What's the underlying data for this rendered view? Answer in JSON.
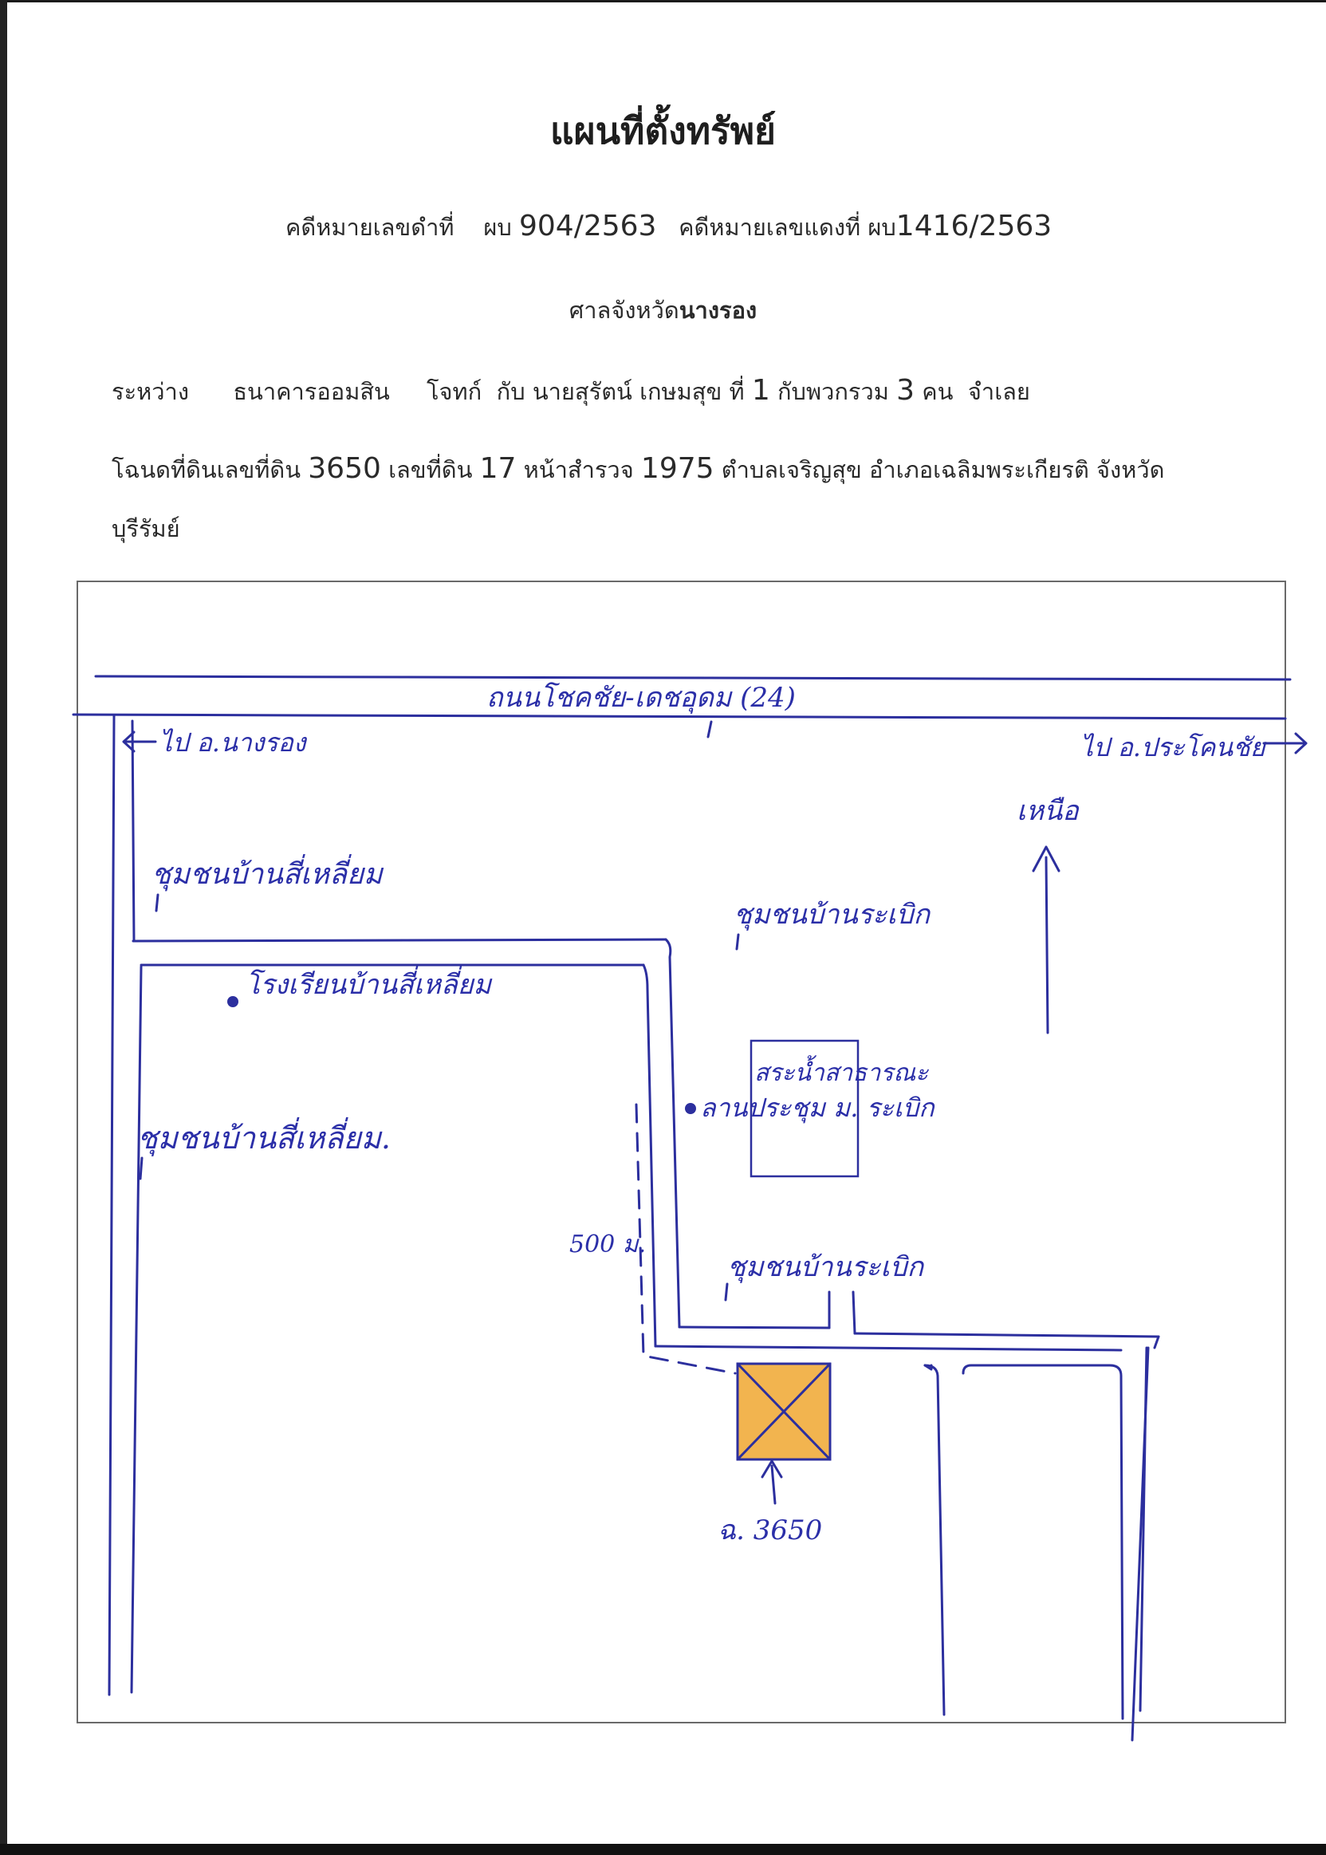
{
  "title": "แผนที่ตั้งทรัพย์",
  "case_line": {
    "black_label": "คดีหมายเลขดำที่",
    "black_prefix": "ผบ",
    "black_no": "904/2563",
    "red_label": "คดีหมายเลขแดงที่",
    "red_prefix": "ผบ",
    "red_no": "1416/2563"
  },
  "court": {
    "prefix": "ศาลจังหวัด",
    "name": "นางรอง"
  },
  "parties": {
    "between": "ระหว่าง",
    "plaintiff": "ธนาคารออมสิน",
    "plaintiff_role": "โจทก์",
    "with": "กับ",
    "defendant_text": "นายสุรัตน์ เกษมสุข ที่",
    "defendant_no": "1",
    "group_text": "กับพวกรวม",
    "group_count": "3",
    "group_unit": "คน",
    "defendant_role": "จำเลย"
  },
  "deed": {
    "part1": "โฉนดที่ดินเลขที่ดิน",
    "deed_no": "3650",
    "part2": "เลขที่ดิน",
    "land_no": "17",
    "part3": "หน้าสำรวจ",
    "survey_no": "1975",
    "part4": "ตำบลเจริญสุข อำเภอเฉลิมพระเกียรติ จังหวัด",
    "province": "บุรีรัมย์"
  },
  "map": {
    "road_label": "ถนนโชคชัย-เดชอุดม (24)",
    "west_dest": "ไป อ.นางรอง",
    "east_dest": "ไป อ.ประโคนชัย",
    "north": "เหนือ",
    "community_1": "ชุมชนบ้านสี่เหลี่ยม",
    "community_2": "ชุมชนบ้านระเบิก",
    "school": "โรงเรียนบ้านสี่เหลี่ยม",
    "pond": "สระน้ำสาธารณะ",
    "hall": "ลานประชุม ม. ระเบิก",
    "community_3": "ชุมชนบ้านสี่เหลี่ยม.",
    "distance": "500 ม.",
    "community_4": "ชุมชนบ้านระเบิก",
    "parcel_label": "ฉ. 3650",
    "parcel_color": "#f2b44f",
    "ink_color": "#2c2f9e"
  }
}
